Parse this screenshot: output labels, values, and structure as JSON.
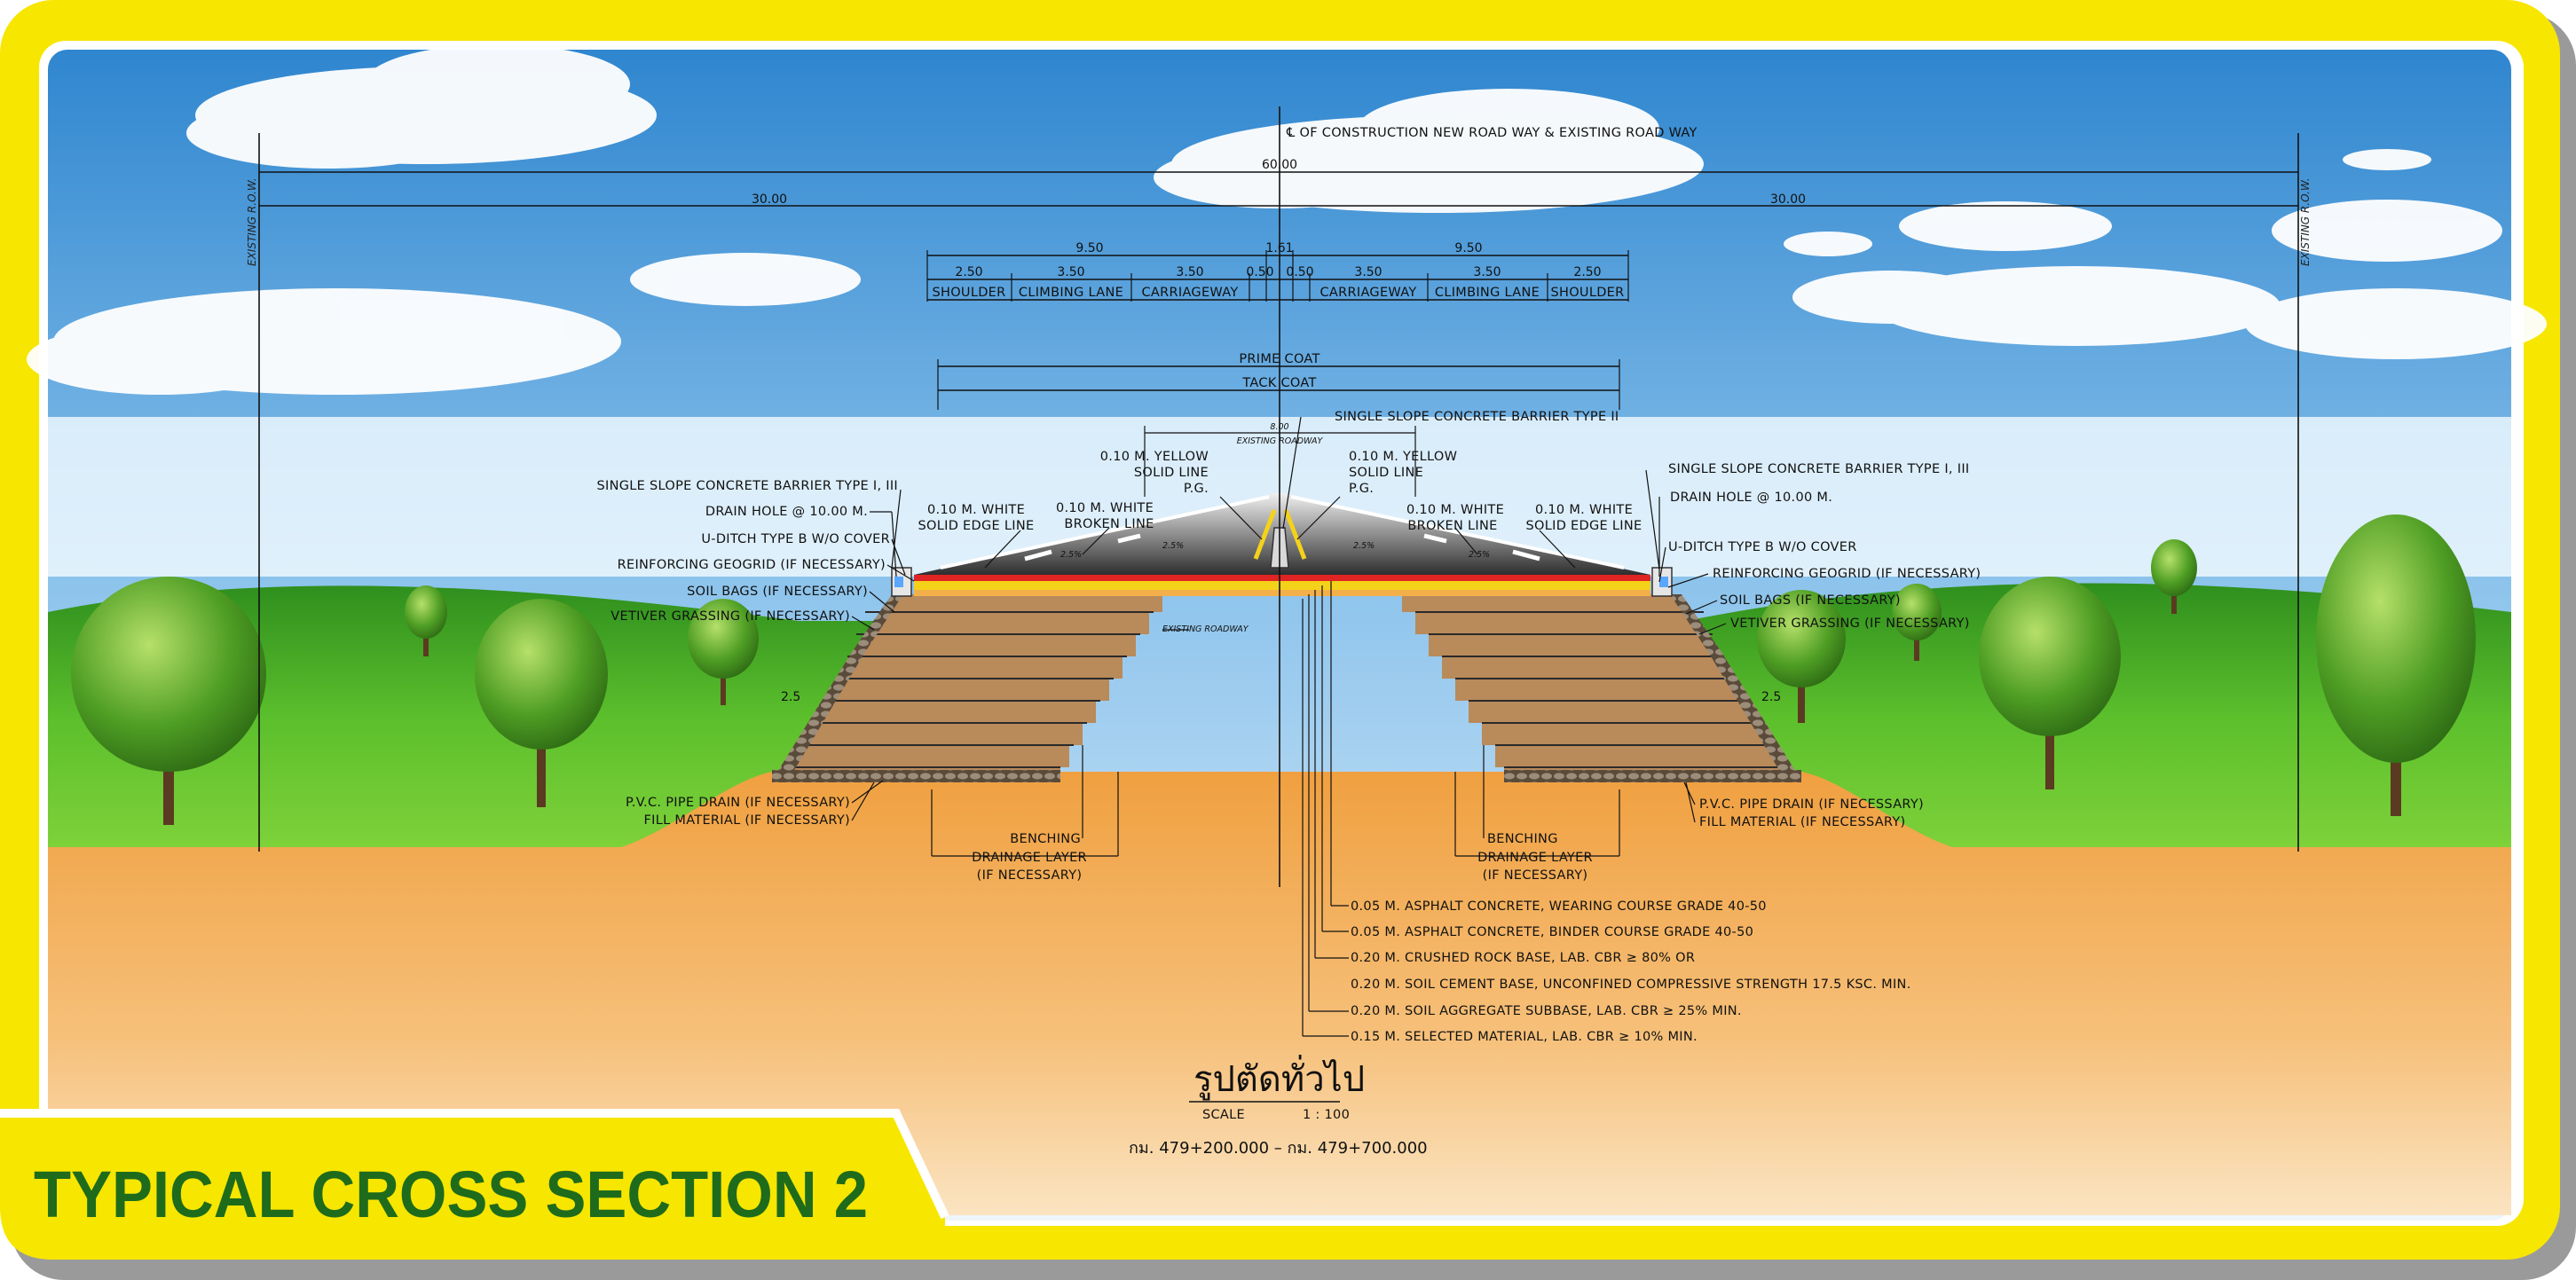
{
  "banner_title": "TYPICAL CROSS SECTION 2",
  "top_title": "℄ OF CONSTRUCTION NEW ROAD WAY & EXISTING ROAD WAY",
  "row_label": "EXISTING R.O.W.",
  "dims": {
    "total": "60.00",
    "half_left": "30.00",
    "half_right": "30.00",
    "left_half_width": "9.50",
    "right_half_width": "9.50",
    "median": "1.61",
    "lanes": [
      {
        "width": "2.50",
        "name": "SHOULDER"
      },
      {
        "width": "3.50",
        "name": "CLIMBING LANE"
      },
      {
        "width": "3.50",
        "name": "CARRIAGEWAY"
      },
      {
        "width": "0.50",
        "name": ""
      },
      {
        "width": "0.50",
        "name": ""
      },
      {
        "width": "3.50",
        "name": "CARRIAGEWAY"
      },
      {
        "width": "3.50",
        "name": "CLIMBING LANE"
      },
      {
        "width": "2.50",
        "name": "SHOULDER"
      }
    ],
    "existing_width": "8.00",
    "slope_left": "2.5",
    "slope_right": "2.5"
  },
  "coats": {
    "prime": "PRIME COAT",
    "tack": "TACK COAT"
  },
  "center": {
    "barrier_type2": "SINGLE SLOPE CONCRETE BARRIER TYPE II",
    "existing_roadway_top": "EXISTING ROADWAY",
    "existing_roadway_mid": "EXISTING ROADWAY",
    "pg_left": "P.G.",
    "pg_right": "P.G."
  },
  "left_labels": {
    "barrier": "SINGLE SLOPE CONCRETE BARRIER TYPE I, III",
    "drain_hole": "DRAIN HOLE @ 10.00 M.",
    "u_ditch": "U-DITCH TYPE B W/O COVER",
    "geogrid": "REINFORCING GEOGRID (IF NECESSARY)",
    "soil_bags": "SOIL BAGS (IF NECESSARY)",
    "vetiver": "VETIVER GRASSING (IF NECESSARY)",
    "white_solid_1": "0.10 M. WHITE",
    "white_solid_2": "SOLID EDGE LINE",
    "white_broken_1": "0.10 M. WHITE",
    "white_broken_2": "BROKEN LINE",
    "yellow_1": "0.10 M. YELLOW",
    "yellow_2": "SOLID LINE",
    "pvc": "P.V.C. PIPE DRAIN (IF NECESSARY)",
    "fill": "FILL MATERIAL (IF NECESSARY)",
    "benching": "BENCHING",
    "drainage_1": "DRAINAGE LAYER",
    "drainage_2": "(IF NECESSARY)"
  },
  "right_labels": {
    "barrier": "SINGLE SLOPE CONCRETE BARRIER TYPE I, III",
    "drain_hole": "DRAIN HOLE @ 10.00 M.",
    "u_ditch": "U-DITCH TYPE B W/O COVER",
    "geogrid": "REINFORCING GEOGRID (IF NECESSARY)",
    "soil_bags": "SOIL BAGS (IF NECESSARY)",
    "vetiver": "VETIVER GRASSING (IF NECESSARY)",
    "white_solid_1": "0.10 M. WHITE",
    "white_solid_2": "SOLID EDGE LINE",
    "white_broken_1": "0.10 M. WHITE",
    "white_broken_2": "BROKEN LINE",
    "yellow_1": "0.10 M. YELLOW",
    "yellow_2": "SOLID LINE",
    "pvc": "P.V.C. PIPE DRAIN (IF NECESSARY)",
    "fill": "FILL MATERIAL (IF NECESSARY)",
    "benching": "BENCHING",
    "drainage_1": "DRAINAGE LAYER",
    "drainage_2": "(IF NECESSARY)"
  },
  "slope_pct": [
    "2.5%",
    "2.5%",
    "2.5%",
    "2.5%"
  ],
  "layers": [
    "0.05 M. ASPHALT CONCRETE, WEARING COURSE GRADE 40-50",
    "0.05 M. ASPHALT CONCRETE, BINDER COURSE GRADE 40-50",
    "0.20 M. CRUSHED ROCK BASE, LAB. CBR ≥ 80% OR",
    "0.20 M. SOIL CEMENT BASE, UNCONFINED COMPRESSIVE STRENGTH 17.5 KSC. MIN.",
    "0.20 M. SOIL AGGREGATE SUBBASE, LAB. CBR ≥ 25% MIN.",
    "0.15 M. SELECTED MATERIAL, LAB. CBR ≥ 10% MIN."
  ],
  "caption": {
    "thai_title": "รูปตัดทั่วไป",
    "scale_label": "SCALE",
    "scale_value": "1 : 100",
    "station": "กม. 479+200.000 – กม. 479+700.000"
  },
  "colors": {
    "frame": "#f7e600",
    "banner_text": "#1f6b1c",
    "soil": "#f2a84a",
    "grass": "#4caf2a",
    "sky_top": "#2f86cf",
    "asphalt": "#3a3a3a",
    "base_red": "#e02424",
    "base_yellow": "#f5d21a",
    "embank": "#b98a5a"
  }
}
